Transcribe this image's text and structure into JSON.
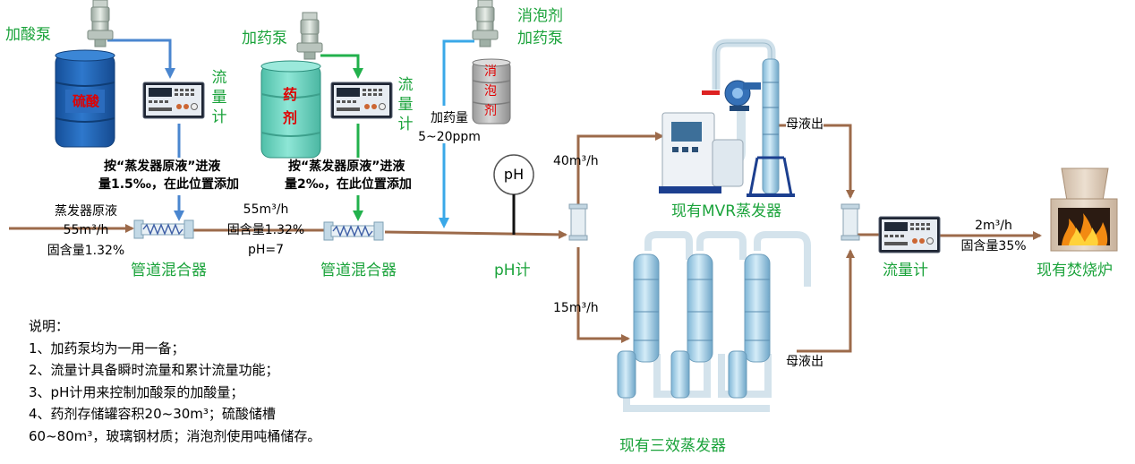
{
  "labels": {
    "acid_pump": "加酸泵",
    "sulfuric_acid": "硫酸",
    "dosing_pump": "加药泵",
    "agent": [
      "药",
      "剂"
    ],
    "defoamer_pump": [
      "消泡剂",
      "加药泵"
    ],
    "defoamer": [
      "消",
      "泡",
      "剂"
    ],
    "flowmeter_vertical": [
      "流",
      "量",
      "计"
    ],
    "dose_note_1": [
      "按“蒸发器原液”进液",
      "量1.5‰，在此位置添加"
    ],
    "dose_note_2": [
      "按“蒸发器原液”进液",
      "量2‰，在此位置添加"
    ],
    "feed": [
      "蒸发器原液",
      "55m³/h",
      "固含量1.32%"
    ],
    "mid_flow": [
      "55m³/h",
      "固含量1.32%",
      "pH=7"
    ],
    "mixer": "管道混合器",
    "dosing_amount": [
      "加药量",
      "5~20ppm"
    ],
    "ph_symbol": "pH",
    "ph_meter": "pH计",
    "flow_top": "40m³/h",
    "flow_bottom": "15m³/h",
    "mvr": "现有MVR蒸发器",
    "triple": "现有三效蒸发器",
    "mother_liquor": "母液出",
    "flowmeter": "流量计",
    "out_flow": [
      "2m³/h",
      "固含量35%"
    ],
    "incinerator": "现有焚烧炉"
  },
  "notes": [
    "说明：",
    "1、加药泵均为一用一备；",
    "2、流量计具备瞬时流量和累计流量功能；",
    "3、pH计用来控制加酸泵的加酸量；",
    "4、药剂存储罐容积20~30m³；硫酸储槽",
    "60~80m³，玻璃钢材质；消泡剂使用吨桶储存。"
  ],
  "colors": {
    "pipe_main": "#9c6a4a",
    "pipe_acid": "#4a86cf",
    "pipe_agent": "#22b14c",
    "pipe_defoamer": "#3aa8e8",
    "label_green": "#1ba33b",
    "tank_acid": "#1f5fb0",
    "tank_agent": "#6fd5c2",
    "tank_defoamer": "#b8b8b8",
    "text_red": "#e00000",
    "column_blue": "#a8d3ea"
  },
  "icons": [
    "pump-icon",
    "tank-icon",
    "flowmeter-icon",
    "static-mixer-icon",
    "ph-sensor-icon",
    "mvr-evaporator-icon",
    "triple-effect-evaporator-icon",
    "incinerator-icon",
    "flame-icon"
  ]
}
